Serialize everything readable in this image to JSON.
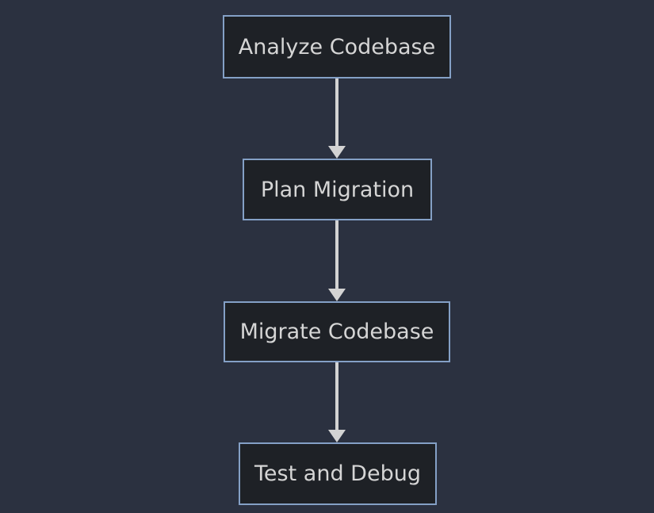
{
  "diagram": {
    "type": "flowchart",
    "direction": "top-down",
    "nodes": [
      {
        "id": "analyze",
        "label": "Analyze Codebase"
      },
      {
        "id": "plan",
        "label": "Plan Migration"
      },
      {
        "id": "migrate",
        "label": "Migrate Codebase"
      },
      {
        "id": "test",
        "label": "Test and Debug"
      }
    ],
    "edges": [
      {
        "from": "analyze",
        "to": "plan"
      },
      {
        "from": "plan",
        "to": "migrate"
      },
      {
        "from": "migrate",
        "to": "test"
      }
    ]
  },
  "colors": {
    "background": "#2b3140",
    "node_fill": "#1e2126",
    "node_border": "#84a0c6",
    "node_text": "#d5d5d5",
    "arrow": "#d3d3d3"
  }
}
